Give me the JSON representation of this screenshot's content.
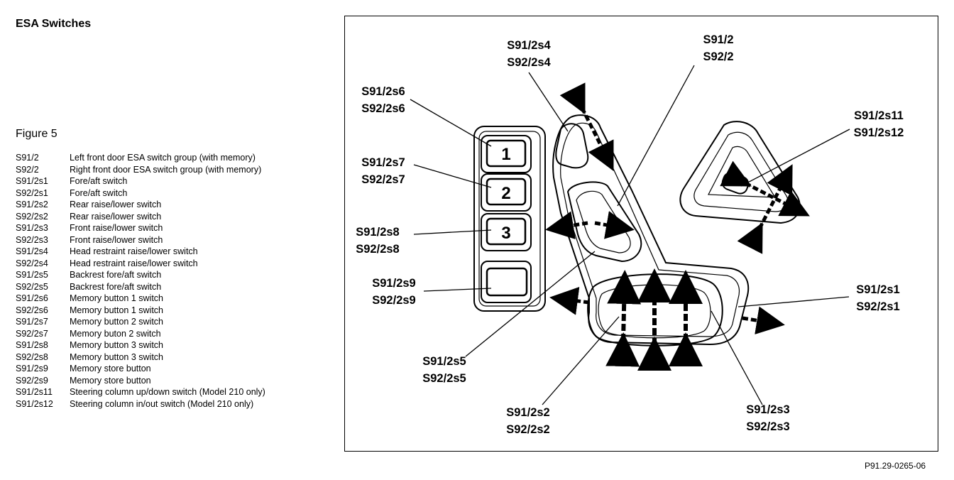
{
  "header": {
    "title": "ESA Switches"
  },
  "figure": {
    "label": "Figure 5"
  },
  "legend": [
    {
      "code": "S91/2",
      "desc": "Left front door ESA switch group (with memory)"
    },
    {
      "code": "S92/2",
      "desc": "Right front door ESA switch group (with memory)"
    },
    {
      "code": "S91/2s1",
      "desc": "Fore/aft switch"
    },
    {
      "code": "S92/2s1",
      "desc": "Fore/aft switch"
    },
    {
      "code": "S91/2s2",
      "desc": "Rear raise/lower switch"
    },
    {
      "code": "S92/2s2",
      "desc": "Rear raise/lower switch"
    },
    {
      "code": "S91/2s3",
      "desc": "Front raise/lower switch"
    },
    {
      "code": "S92/2s3",
      "desc": "Front raise/lower switch"
    },
    {
      "code": "S91/2s4",
      "desc": "Head restraint raise/lower switch"
    },
    {
      "code": "S92/2s4",
      "desc": "Head restraint raise/lower switch"
    },
    {
      "code": "S91/2s5",
      "desc": "Backrest fore/aft switch"
    },
    {
      "code": "S92/2s5",
      "desc": "Backrest fore/aft switch"
    },
    {
      "code": "S91/2s6",
      "desc": "Memory button 1 switch"
    },
    {
      "code": "S92/2s6",
      "desc": "Memory button 1 switch"
    },
    {
      "code": "S91/2s7",
      "desc": "Memory button 2 switch"
    },
    {
      "code": "S92/2s7",
      "desc": "Memory buton 2 switch"
    },
    {
      "code": "S91/2s8",
      "desc": "Memory button 3 switch"
    },
    {
      "code": "S92/2s8",
      "desc": "Memory button 3 switch"
    },
    {
      "code": "S91/2s9",
      "desc": "Memory store button"
    },
    {
      "code": "S92/2s9",
      "desc": "Memory store button"
    },
    {
      "code": "S91/2s11",
      "desc": "Steering column up/down switch (Model 210 only)"
    },
    {
      "code": "S91/2s12",
      "desc": "Steering column in/out switch (Model 210 only)"
    }
  ],
  "diagram": {
    "callouts": {
      "s4": [
        "S91/2s4",
        "S92/2s4"
      ],
      "group": [
        "S91/2",
        "S92/2"
      ],
      "s6": [
        "S91/2s6",
        "S92/2s6"
      ],
      "s11": [
        "S91/2s11",
        "S91/2s12"
      ],
      "s7": [
        "S91/2s7",
        "S92/2s7"
      ],
      "s8": [
        "S91/2s8",
        "S92/2s8"
      ],
      "s9": [
        "S91/2s9",
        "S92/2s9"
      ],
      "s1": [
        "S91/2s1",
        "S92/2s1"
      ],
      "s5": [
        "S91/2s5",
        "S92/2s5"
      ],
      "s2": [
        "S91/2s2",
        "S92/2s2"
      ],
      "s3": [
        "S91/2s3",
        "S92/2s3"
      ]
    },
    "buttons": [
      "1",
      "2",
      "3"
    ]
  },
  "footer": {
    "reference": "P91.29-0265-06"
  }
}
